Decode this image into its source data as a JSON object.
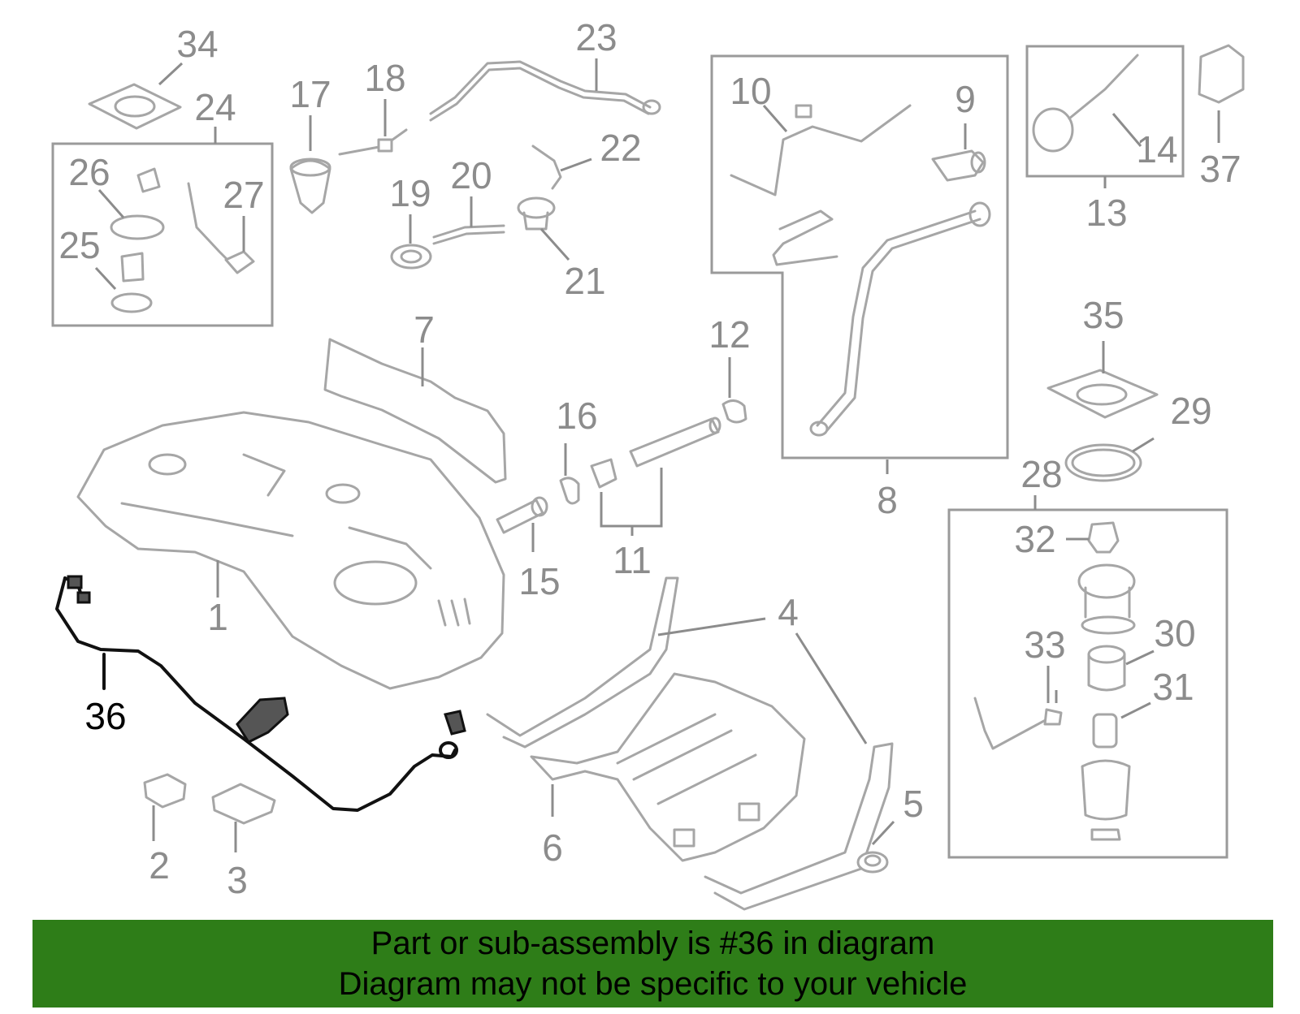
{
  "diagram": {
    "colors": {
      "part_stroke": "#a6a6a6",
      "label": "#8c8c8c",
      "highlight": "#111111",
      "banner": "#2e7d18"
    },
    "labels": {
      "1": "1",
      "2": "2",
      "3": "3",
      "4a": "4",
      "4b": "4",
      "5": "5",
      "6": "6",
      "7": "7",
      "8": "8",
      "9": "9",
      "10": "10",
      "11": "11",
      "12": "12",
      "13": "13",
      "14": "14",
      "15": "15",
      "16": "16",
      "17": "17",
      "18": "18",
      "19": "19",
      "20": "20",
      "21": "21",
      "22": "22",
      "23": "23",
      "24": "24",
      "25": "25",
      "26": "26",
      "27": "27",
      "28": "28",
      "29": "29",
      "30": "30",
      "31": "31",
      "32": "32",
      "33": "33",
      "34": "34",
      "35": "35",
      "36": "36",
      "37": "37"
    },
    "highlighted_part": "36"
  },
  "banner": {
    "line1": "Part or sub-assembly is #36 in diagram",
    "line2": "Diagram may not be specific to your vehicle"
  }
}
